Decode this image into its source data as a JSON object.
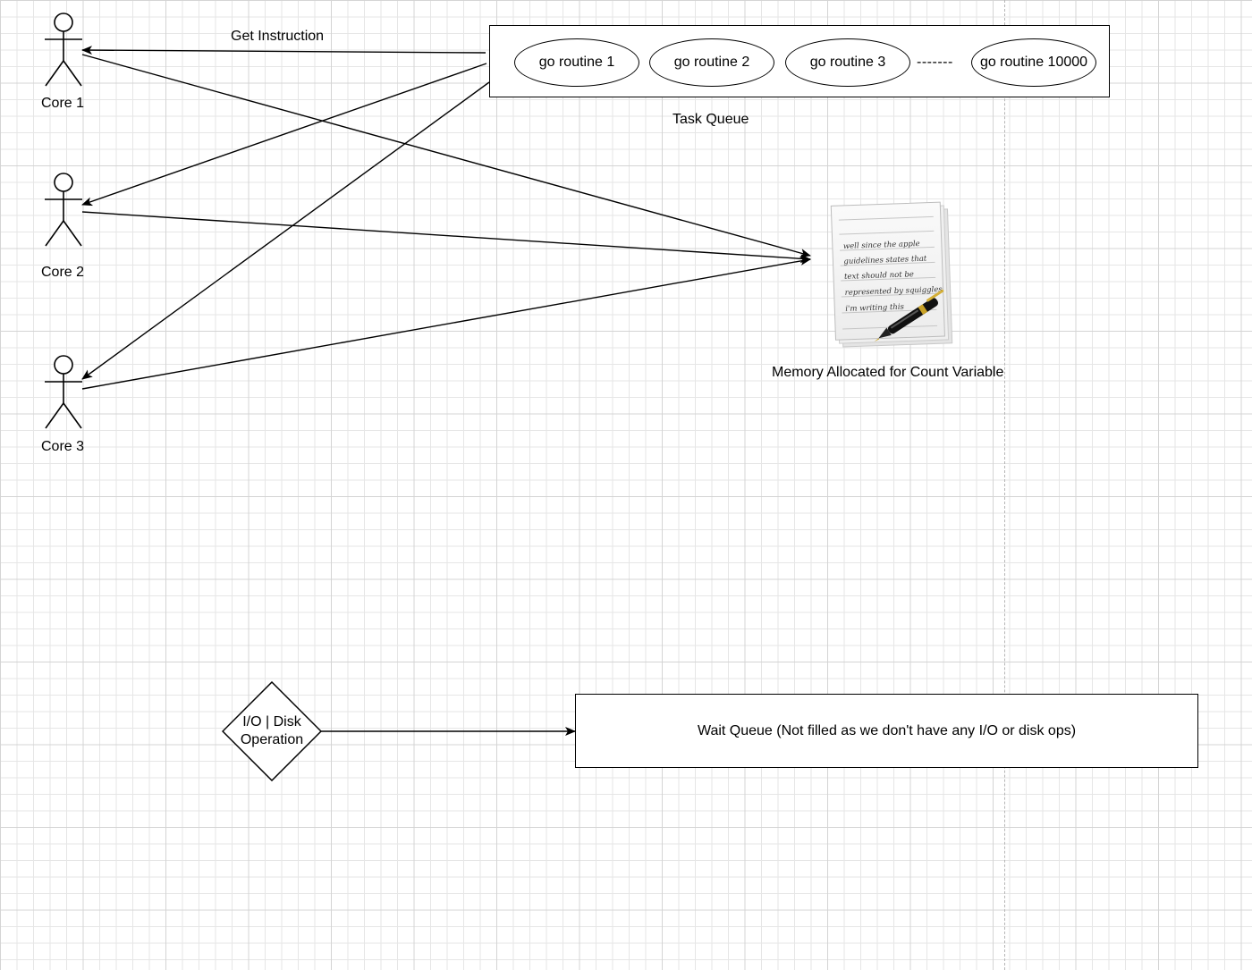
{
  "cores": [
    {
      "label": "Core 1"
    },
    {
      "label": "Core 2"
    },
    {
      "label": "Core 3"
    }
  ],
  "edge_labels": {
    "get_instruction": "Get Instruction"
  },
  "task_queue": {
    "label": "Task Queue",
    "routines": [
      "go routine 1",
      "go routine 2",
      "go routine 3",
      "go routine 10000"
    ],
    "ellipsis": "-------"
  },
  "memory": {
    "label": "Memory Allocated for Count Variable",
    "note_lines": [
      "well since the apple",
      "guidelines states that",
      "text should not be",
      "represented by squiggles",
      "i'm writing this"
    ]
  },
  "io": {
    "label": "I/O | Disk\nOperation"
  },
  "wait_queue": {
    "label": "Wait Queue (Not filled as we don't have any I/O or disk ops)"
  }
}
